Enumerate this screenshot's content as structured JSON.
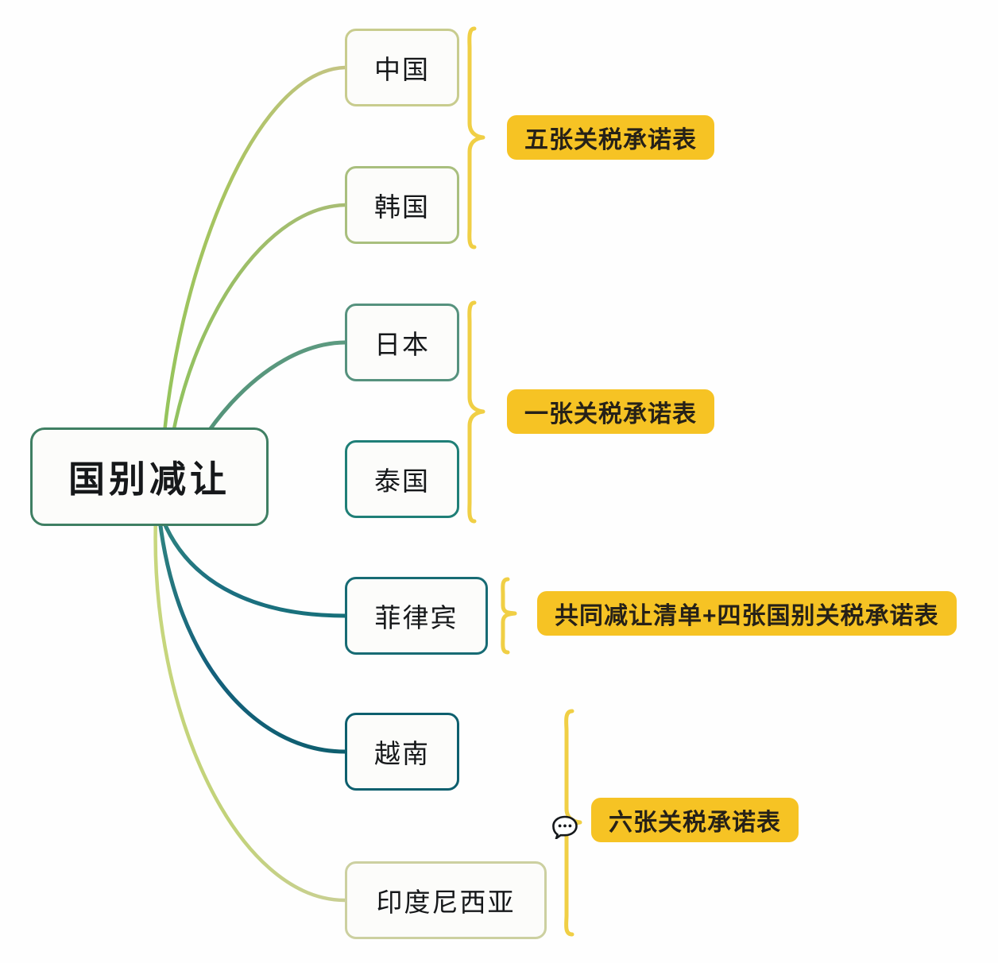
{
  "diagram": {
    "title": "国别减让",
    "type": "mind-map",
    "root": {
      "label": "国别减让",
      "border_color": "#3f7f63"
    },
    "nodes": [
      {
        "id": "china",
        "label": "中国",
        "border_color": "#c8cc8e"
      },
      {
        "id": "korea",
        "label": "韩国",
        "border_color": "#a9bf7e"
      },
      {
        "id": "japan",
        "label": "日本",
        "border_color": "#56927e"
      },
      {
        "id": "thailand",
        "label": "泰国",
        "border_color": "#1f7f77"
      },
      {
        "id": "philippines",
        "label": "菲律宾",
        "border_color": "#176b74"
      },
      {
        "id": "vietnam",
        "label": "越南",
        "border_color": "#0d5f6e"
      },
      {
        "id": "indonesia",
        "label": "印度尼西亚",
        "border_color": "#ccd0a0"
      }
    ],
    "groups": [
      {
        "id": "group-1",
        "label": "五张关税承诺表",
        "members": [
          "china",
          "korea"
        ],
        "color": "#f6c324"
      },
      {
        "id": "group-2",
        "label": "一张关税承诺表",
        "members": [
          "japan",
          "thailand"
        ],
        "color": "#f6c324"
      },
      {
        "id": "group-3",
        "label": "共同减让清单+四张国别关税承诺表",
        "members": [
          "philippines"
        ],
        "color": "#f6c324"
      },
      {
        "id": "group-4",
        "label": "六张关税承诺表",
        "members": [
          "vietnam",
          "indonesia"
        ],
        "color": "#f6c324"
      }
    ],
    "annotations": [
      {
        "id": "comment-marker",
        "icon": "comment-ellipsis-icon",
        "attached_to": "group-4"
      }
    ],
    "palette": {
      "background": "#fefefe",
      "node_fill": "#fcfcfa",
      "tag_fill": "#f6c324",
      "tag_text": "#262118",
      "brace": "#f0cf45",
      "text": "#16181a"
    }
  }
}
